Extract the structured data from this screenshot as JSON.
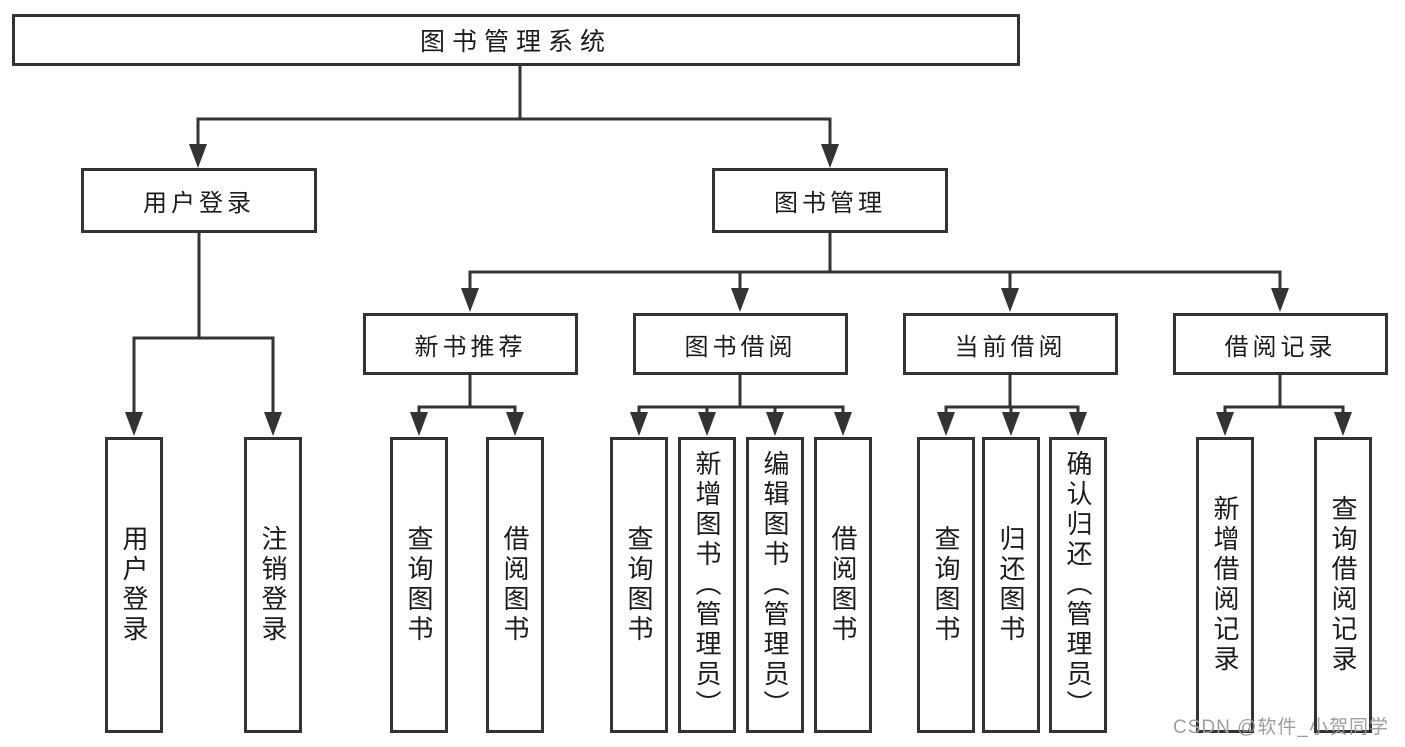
{
  "colors": {
    "line": "#333333",
    "text": "#1c1c1c",
    "background": "#ffffff",
    "node_fill": "#ffffff",
    "watermark": "#9e9e9e"
  },
  "diagram": {
    "type": "tree-structure-chart",
    "root": {
      "label": "图书管理系统"
    },
    "level2": [
      {
        "id": "user-login",
        "label": "用户登录",
        "parent": "图书管理系统"
      },
      {
        "id": "book-management",
        "label": "图书管理",
        "parent": "图书管理系统"
      }
    ],
    "level3": [
      {
        "id": "new-book-recommend",
        "label": "新书推荐",
        "parent": "图书管理"
      },
      {
        "id": "book-borrow",
        "label": "图书借阅",
        "parent": "图书管理"
      },
      {
        "id": "current-borrow",
        "label": "当前借阅",
        "parent": "图书管理"
      },
      {
        "id": "borrow-record",
        "label": "借阅记录",
        "parent": "图书管理"
      }
    ],
    "leaves": {
      "user_login": [
        "用户登录",
        "注销登录"
      ],
      "new_book_recommend": [
        "查询图书",
        "借阅图书"
      ],
      "book_borrow": [
        "查询图书",
        "新增图书（管理员）",
        "编辑图书（管理员）",
        "借阅图书"
      ],
      "current_borrow": [
        "查询图书",
        "归还图书",
        "确认归还（管理员）"
      ],
      "borrow_record": [
        "新增借阅记录",
        "查询借阅记录"
      ]
    }
  },
  "watermark": {
    "text": "CSDN @软件_小贺同学"
  }
}
